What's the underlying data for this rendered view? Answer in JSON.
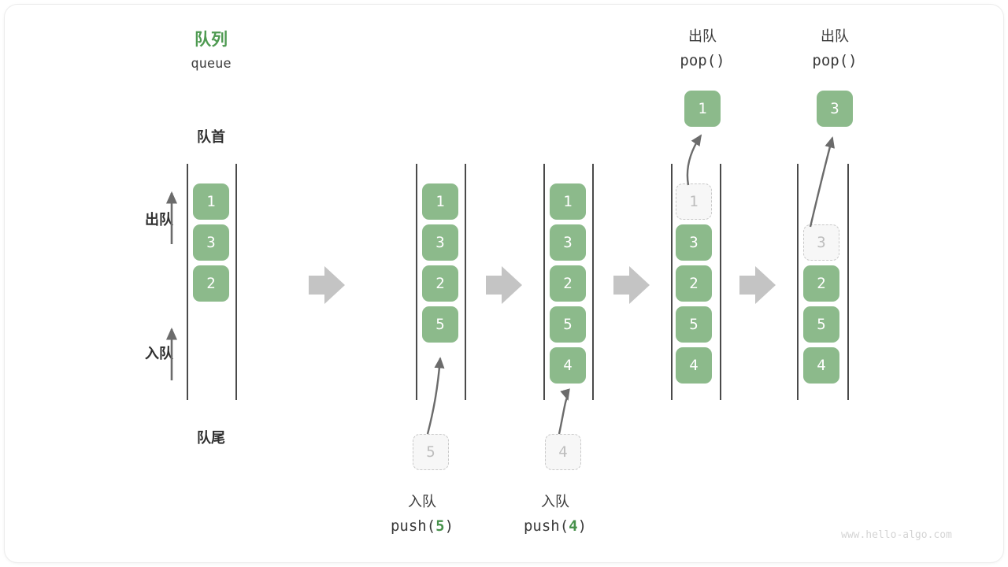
{
  "diagram": {
    "title_cn": "队列",
    "title_en": "queue",
    "front_label": "队首",
    "rear_label": "队尾",
    "dequeue_label": "出队",
    "enqueue_label": "入队",
    "watermark": "www.hello-algo.com",
    "accent_color": "#4e9a51",
    "cell_color": "#8cba8b",
    "ghost_color": "#f7f7f7",
    "rail_color": "#4a4a4a",
    "transition_arrow_color": "#c4c4c4"
  },
  "columns": [
    {
      "id": "initial",
      "cells": [
        {
          "value": "1",
          "state": "filled"
        },
        {
          "value": "3",
          "state": "filled"
        },
        {
          "value": "2",
          "state": "filled"
        }
      ],
      "op_cn": "",
      "op_code_prefix": "",
      "op_code_arg": "",
      "op_code_suffix": "",
      "incoming": null,
      "popped": null
    },
    {
      "id": "push-5",
      "cells": [
        {
          "value": "1",
          "state": "filled"
        },
        {
          "value": "3",
          "state": "filled"
        },
        {
          "value": "2",
          "state": "filled"
        },
        {
          "value": "5",
          "state": "filled"
        }
      ],
      "op_cn": "入队",
      "op_code_prefix": "push(",
      "op_code_arg": "5",
      "op_code_suffix": ")",
      "incoming": {
        "value": "5",
        "state": "ghost"
      },
      "popped": null
    },
    {
      "id": "push-4",
      "cells": [
        {
          "value": "1",
          "state": "filled"
        },
        {
          "value": "3",
          "state": "filled"
        },
        {
          "value": "2",
          "state": "filled"
        },
        {
          "value": "5",
          "state": "filled"
        },
        {
          "value": "4",
          "state": "filled"
        }
      ],
      "op_cn": "入队",
      "op_code_prefix": "push(",
      "op_code_arg": "4",
      "op_code_suffix": ")",
      "incoming": {
        "value": "4",
        "state": "ghost"
      },
      "popped": null
    },
    {
      "id": "pop-1",
      "cells": [
        {
          "value": "1",
          "state": "ghost"
        },
        {
          "value": "3",
          "state": "filled"
        },
        {
          "value": "2",
          "state": "filled"
        },
        {
          "value": "5",
          "state": "filled"
        },
        {
          "value": "4",
          "state": "filled"
        }
      ],
      "op_cn": "出队",
      "op_code_prefix": "pop(",
      "op_code_arg": "",
      "op_code_suffix": ")",
      "incoming": null,
      "popped": {
        "value": "1",
        "state": "filled"
      }
    },
    {
      "id": "pop-3",
      "cells": [
        {
          "value": "",
          "state": "empty"
        },
        {
          "value": "3",
          "state": "ghost"
        },
        {
          "value": "2",
          "state": "filled"
        },
        {
          "value": "5",
          "state": "filled"
        },
        {
          "value": "4",
          "state": "filled"
        }
      ],
      "op_cn": "出队",
      "op_code_prefix": "pop(",
      "op_code_arg": "",
      "op_code_suffix": ")",
      "incoming": null,
      "popped": {
        "value": "3",
        "state": "filled"
      }
    }
  ]
}
